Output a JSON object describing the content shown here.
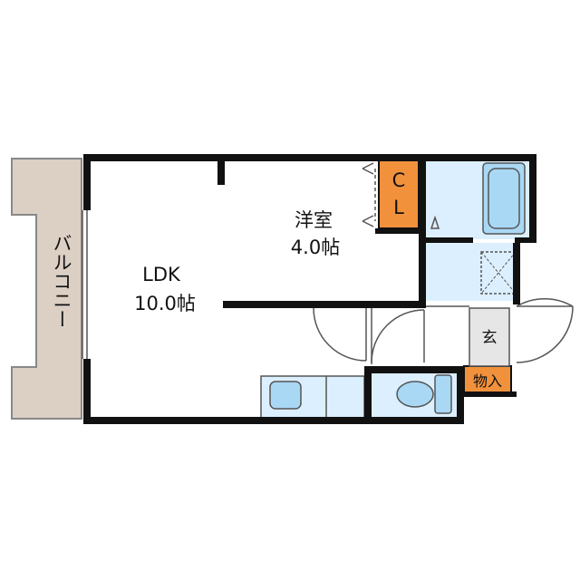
{
  "floorplan": {
    "rooms": {
      "ldk": {
        "name": "LDK",
        "size": "10.0帖"
      },
      "western_room": {
        "name": "洋室",
        "size": "4.0帖"
      },
      "closet": {
        "line1": "C",
        "line2": "L"
      },
      "balcony": {
        "name": "バルコニー"
      },
      "entrance": {
        "name": "玄"
      },
      "storage": {
        "name": "物入"
      }
    },
    "colors": {
      "wall": "#111111",
      "balcony": "#dccfc4",
      "water_area": "#dcefff",
      "fixture": "#a9d8f5",
      "storage": "#f2913c"
    },
    "icons": [
      "bathtub-icon",
      "toilet-icon",
      "washer-pan-icon",
      "kitchen-sink-icon"
    ]
  }
}
